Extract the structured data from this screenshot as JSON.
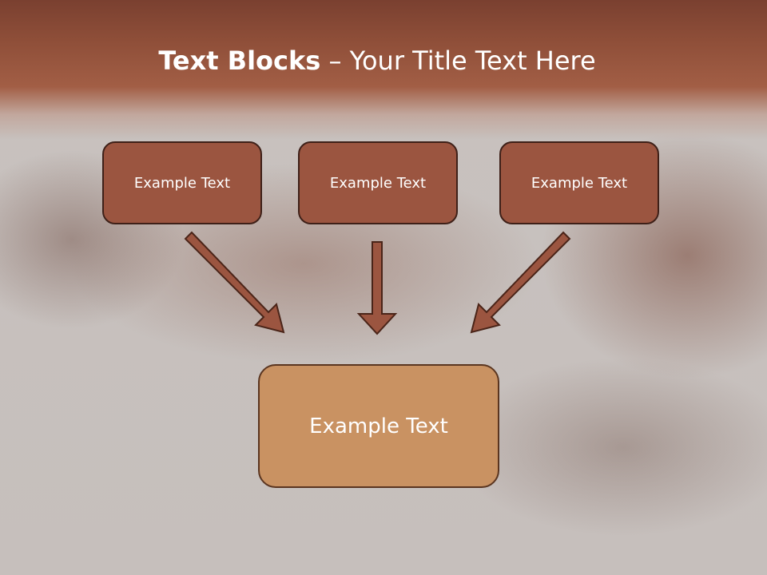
{
  "title": {
    "bold": "Text Blocks",
    "rest": " – Your Title Text Here"
  },
  "blocks": {
    "left": "Example Text",
    "center": "Example Text",
    "right": "Example Text",
    "bottom": "Example Text"
  },
  "colors": {
    "title_band": "#9b5540",
    "small_box_fill": "#9b5540",
    "big_box_fill": "#c99262",
    "arrow_fill": "#9b5540",
    "outline": "#3e2018"
  }
}
